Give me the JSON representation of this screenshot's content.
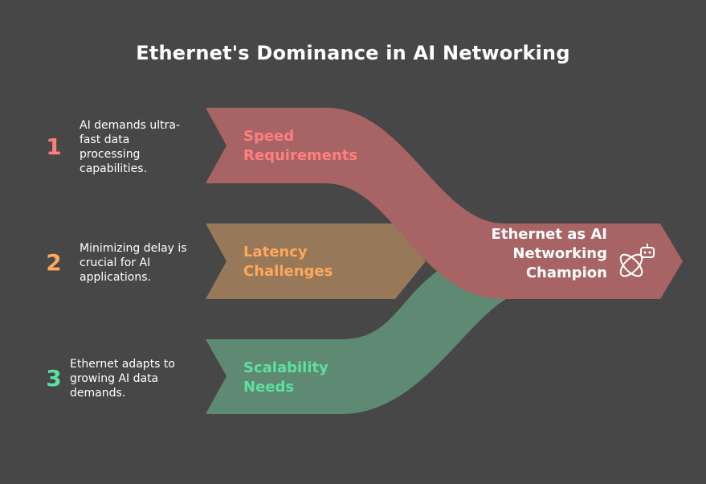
{
  "title": "Ethernet's Dominance in AI Networking",
  "items": [
    {
      "number": "1",
      "label": "Speed Requirements",
      "description": "AI demands ultra-fast data processing capabilities.",
      "color": "#ff7f7f",
      "band_color": "#a86464"
    },
    {
      "number": "2",
      "label": "Latency Challenges",
      "description": "Minimizing delay is crucial for AI applications.",
      "color": "#ffa85c",
      "band_color": "#977959"
    },
    {
      "number": "3",
      "label": "Scalability Needs",
      "description": "Ethernet adapts to growing AI data demands.",
      "color": "#5ee0a0",
      "band_color": "#5e8a74"
    }
  ],
  "result": {
    "label": "Ethernet as AI Networking Champion",
    "icon": "robot-atom-icon"
  }
}
